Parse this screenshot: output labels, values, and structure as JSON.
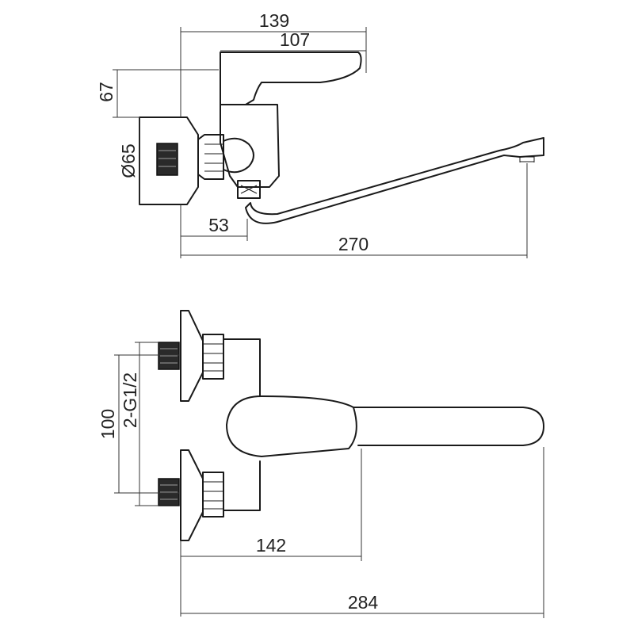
{
  "drawing": {
    "side_view": {
      "dim_overall_top": "139",
      "dim_lever_length": "107",
      "dim_height": "67",
      "dim_flange_diameter": "Ø65",
      "dim_body_offset": "53",
      "dim_spout_reach": "270"
    },
    "top_view": {
      "dim_inlet_spacing": "100",
      "dim_thread": "2-G1/2",
      "dim_lever_reach": "142",
      "dim_overall_width": "284"
    }
  }
}
